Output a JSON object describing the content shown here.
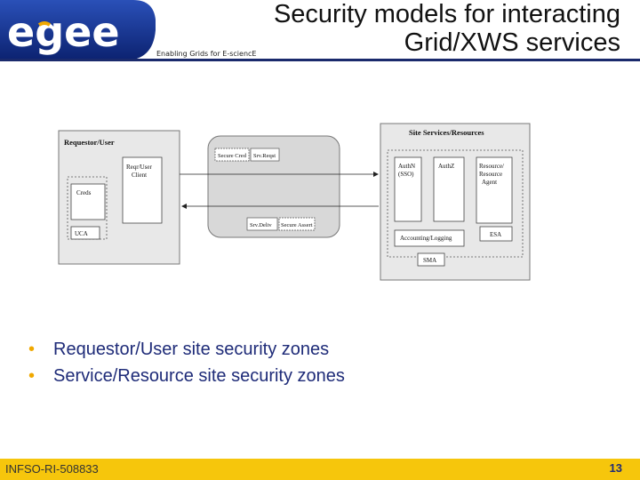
{
  "header": {
    "logo_text": "egee",
    "tagline": "Enabling Grids for E-sciencE",
    "title_line1": "Security models for interacting",
    "title_line2": "Grid/XWS services"
  },
  "diagram": {
    "requestor_zone": "Requestor/User",
    "requestor_client": [
      "Reqr/User",
      "Client"
    ],
    "creds": "Creds",
    "uca": "UCA",
    "middle_top_left": "Secure Cred",
    "middle_top_right": "Srv.Reqst",
    "middle_bottom_left": "Srv.Deliv",
    "middle_bottom_right": "Secure Assert",
    "resource_zone": "Site Services/Resources",
    "authn": [
      "AuthN",
      "(SSO)"
    ],
    "authz": "AuthZ",
    "resource_agent": [
      "Resource/",
      "Resource",
      "Agent"
    ],
    "accounting": "Accounting/Logging",
    "esa": "ESA",
    "sma": "SMA"
  },
  "bullets": [
    "Requestor/User site security zones",
    "Service/Resource site security zones"
  ],
  "footer": {
    "id": "INFSO-RI-508833",
    "page": "13"
  },
  "colors": {
    "accent_blue": "#1e2b78",
    "bullet_orange": "#f0a800",
    "footer_yellow": "#f6c60c"
  }
}
